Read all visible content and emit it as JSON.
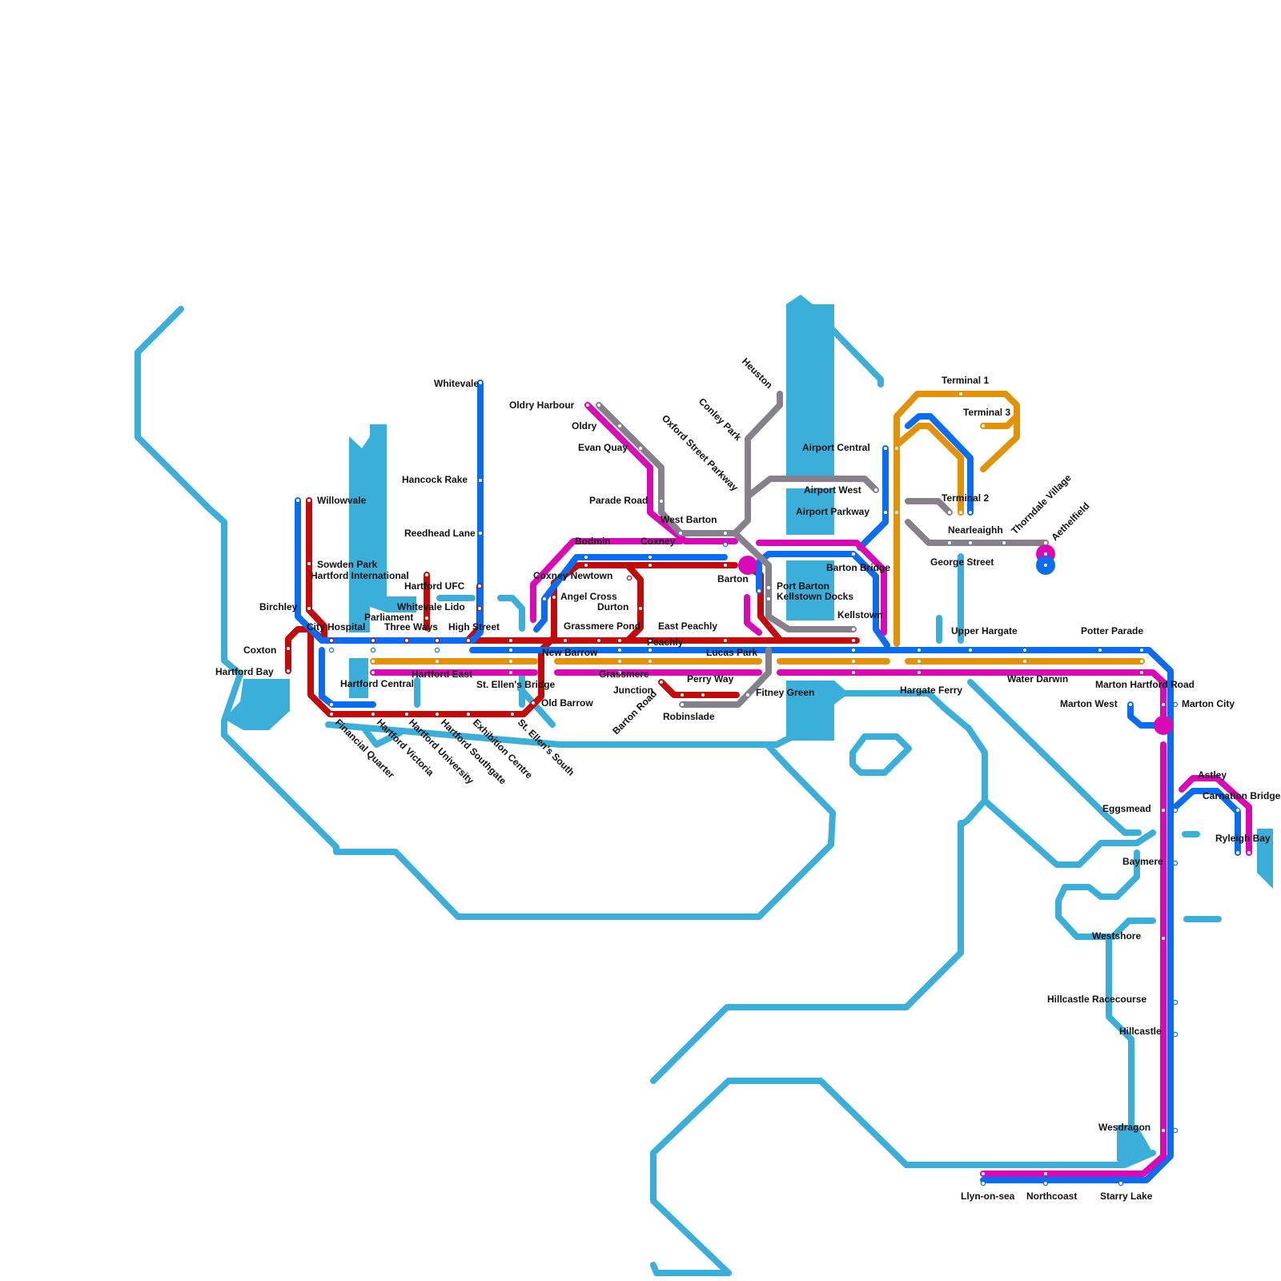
{
  "map": {
    "water_color": "#3bafd9",
    "lines": [
      {
        "id": "red",
        "color": "#c20a0a"
      },
      {
        "id": "blue",
        "color": "#0a6cf0"
      },
      {
        "id": "magenta",
        "color": "#d90ab6"
      },
      {
        "id": "orange",
        "color": "#e39105"
      },
      {
        "id": "grey",
        "color": "#85808c"
      }
    ],
    "stations": [
      "Whitevale",
      "Hancock Rake",
      "Reedhead Lane",
      "Willowvale",
      "Sowden Park",
      "Hartford International",
      "Hartford UFC",
      "Whitevale Lido",
      "Parliament",
      "Three Ways",
      "High Street",
      "City Hospital",
      "Birchley",
      "Coxton",
      "Hartford Bay",
      "Hartford Central",
      "Hartford East",
      "St. Ellen's Bridge",
      "New Barrow",
      "Old Barrow",
      "Financial Quarter",
      "Hartford Victoria",
      "Hartford University",
      "Hartford Southgate",
      "Exhibition Centre",
      "St. Ellen's South",
      "Oldry Harbour",
      "Oldry",
      "Evan Quay",
      "Parade Road",
      "West Barton",
      "Bodmin",
      "Coxney",
      "Coxney Newtown",
      "Angel Cross",
      "Durton",
      "Grassmere Pond",
      "East Peachly",
      "Peachly",
      "Grassmere",
      "Junction",
      "Barton Road",
      "Perry Way",
      "Robinslade",
      "Fitney Green",
      "Lucas Park",
      "Barton",
      "Port Barton",
      "Kellstown Docks",
      "Kellstown",
      "Barton Bridge",
      "Heuston",
      "Conley Park",
      "Oxford Street Parkway",
      "Airport Central",
      "Airport West",
      "Airport Parkway",
      "Terminal 1",
      "Terminal 3",
      "Terminal 2",
      "Nearleaighh",
      "George Street",
      "Thorndale Village",
      "Aethelfield",
      "Upper Hargate",
      "Potter Parade",
      "Water Darwin",
      "Hargate Ferry",
      "Marton Hartford Road",
      "Marton West",
      "Marton City",
      "Astley",
      "Carnation Bridge",
      "Ryleigh Bay",
      "Eggsmead",
      "Baymere",
      "Westshore",
      "Hillcastle Racecourse",
      "Hillcastle",
      "Wesdragon",
      "Llyn-on-sea",
      "Northcoast",
      "Starry Lake"
    ]
  }
}
